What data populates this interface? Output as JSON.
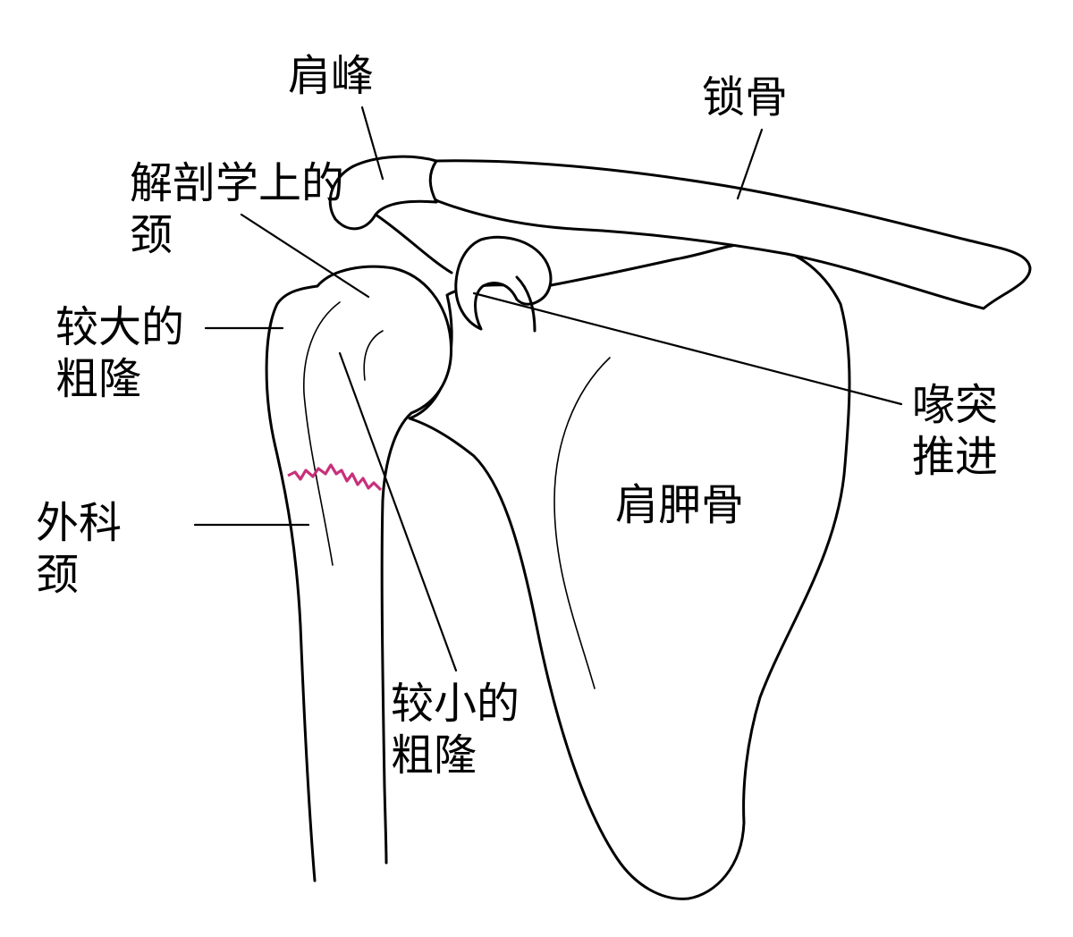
{
  "labels": {
    "acromion": "肩峰",
    "clavicle": "锁骨",
    "anatomical_neck": [
      "解剖学上的",
      "颈"
    ],
    "greater_tuberosity": [
      "较大的",
      "粗隆"
    ],
    "coracoid_process": [
      "喙突",
      "推进"
    ],
    "scapula": "肩胛骨",
    "surgical_neck": [
      "外科",
      "颈"
    ],
    "lesser_tuberosity": [
      "较小的",
      "粗隆"
    ]
  },
  "colors": {
    "outline": "#000000",
    "fracture": "#c8307a",
    "background": "#ffffff"
  }
}
